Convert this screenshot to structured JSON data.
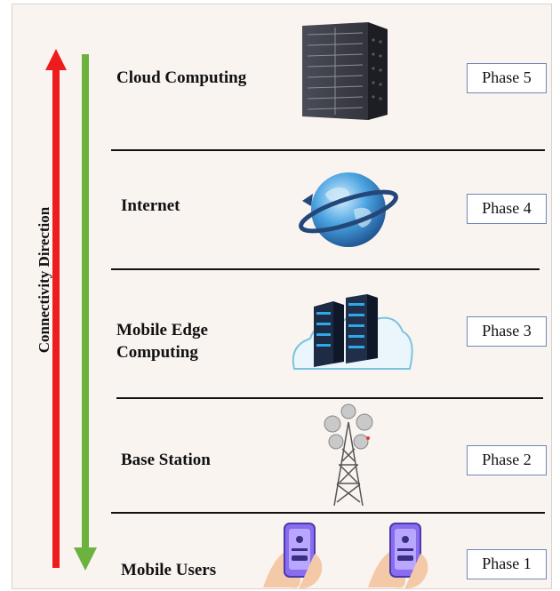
{
  "axis": {
    "label": "Connectivity Direction",
    "up_arrow_color": "#ee1c1c",
    "down_arrow_color": "#6bb23f"
  },
  "layers": [
    {
      "name": "Cloud Computing",
      "phase": "Phase 5",
      "icon": "server-rack-icon"
    },
    {
      "name": "Internet",
      "phase": "Phase 4",
      "icon": "globe-icon"
    },
    {
      "name": "Mobile Edge\nComputing",
      "phase": "Phase 3",
      "icon": "edge-servers-cloud-icon"
    },
    {
      "name": "Base Station",
      "phase": "Phase 2",
      "icon": "cell-tower-icon"
    },
    {
      "name": "Mobile Users",
      "phase": "Phase 1",
      "icon": "smartphones-icon"
    }
  ]
}
